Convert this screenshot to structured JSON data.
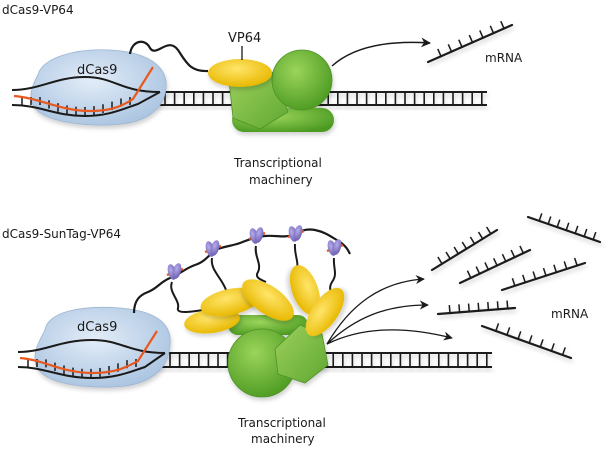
{
  "panels": [
    {
      "title": "dCas9-VP64",
      "protein_label": "dCas9",
      "activator_label": "VP64",
      "machinery_label_line1": "Transcriptional",
      "machinery_label_line2": "machinery",
      "product_label": "mRNA",
      "mrna_count": 1
    },
    {
      "title": "dCas9-SunTag-VP64",
      "protein_label": "dCas9",
      "machinery_label_line1": "Transcriptional",
      "machinery_label_line2": "machinery",
      "product_label": "mRNA",
      "mrna_count": 6,
      "suntag_repeats": 5,
      "vp64_count": 5
    }
  ],
  "colors": {
    "dcas9": "#c9dbee",
    "vp64": "#f5c518",
    "machinery": "#7cc242",
    "guide_rna": "#e8581f",
    "antibody": "#8a7cc8",
    "dna": "#1a1a1a"
  }
}
